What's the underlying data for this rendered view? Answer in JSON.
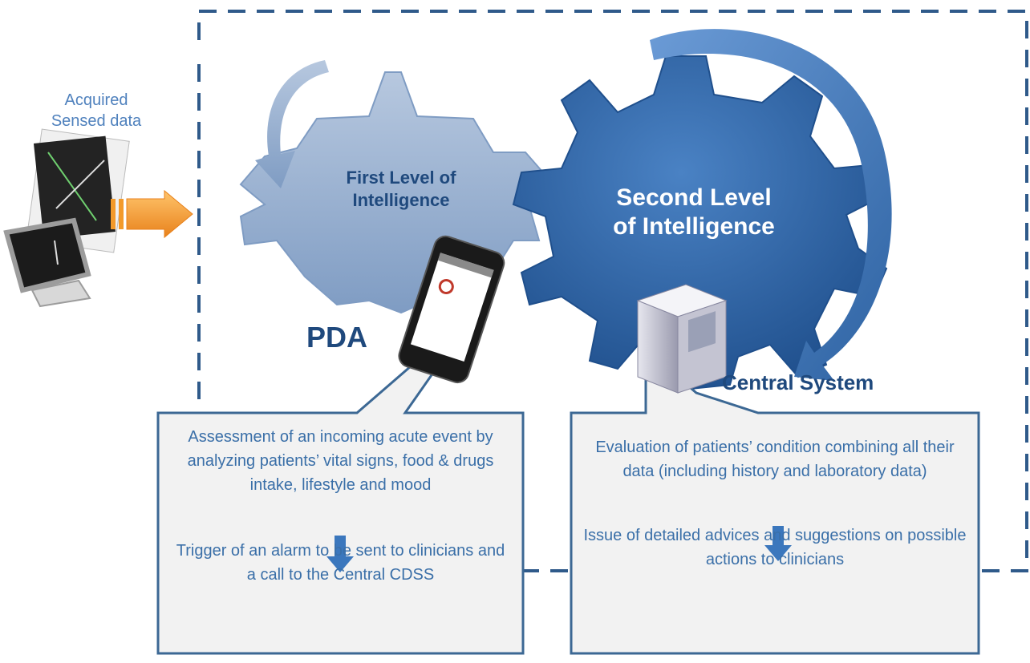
{
  "acquired": {
    "line1": "Acquired",
    "line2": "Sensed data"
  },
  "first_gear": {
    "line1": "First Level of",
    "line2": "Intelligence"
  },
  "second_gear": {
    "line1": "Second Level",
    "line2": "of Intelligence"
  },
  "pda_label": "PDA",
  "central_label": "Central System",
  "pda_box": {
    "text1": "Assessment  of an incoming acute event by analyzing patients’ vital signs, food & drugs intake, lifestyle  and mood",
    "text2": "Trigger of an alarm to be sent to clinicians and a call to the Central CDSS"
  },
  "central_box": {
    "text1": "Evaluation of patients’ condition combining all their data (including history and laboratory data)",
    "text2": "Issue of detailed advices and suggestions on possible actions to clinicians"
  },
  "colors": {
    "dashed_border": "#2f5a8a",
    "gear_light": "#8ea7c9",
    "gear_dark": "#2e63a3",
    "box_fill": "#f2f2f2",
    "box_stroke": "#3c6894",
    "orange_arrow": "#f39a2b",
    "blue_arrow": "#3b77bd"
  },
  "icons": [
    "sensor-garment-icon",
    "monitor-icon",
    "orange-arrow-icon",
    "pda-phone-icon",
    "server-tower-icon",
    "down-arrow-icon",
    "curved-arrow-icon"
  ]
}
